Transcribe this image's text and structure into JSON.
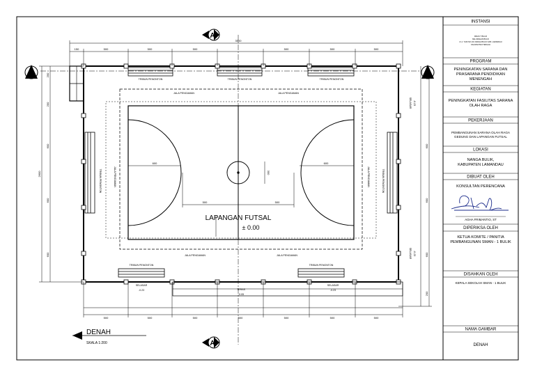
{
  "title_block": {
    "instansi_label": "INSTANSI",
    "instansi_lines": [
      "DINAS T BULIK",
      "KELURAHAN BULIK",
      "Jl. A. YANI NO.101 NANGA BULIK KAB. LAMANDAU",
      "KALIMANTAN TENGAH"
    ],
    "program_label": "PROGRAM",
    "program_lines": [
      "PENINGKATAN SARANA DAN",
      "PRASARANA PENDIDIKAN",
      "MENENGAH"
    ],
    "kegiatan_label": "KEGIATAN",
    "kegiatan_lines": [
      "PENINGKATAN FASILITAS SARANA",
      "OLAH RAGA"
    ],
    "pekerjaan_label": "PEKERJAAN",
    "pekerjaan_lines": [
      "PEMBANGUNAN SARANA OLAH RAGA",
      "GEDUNG DAN LAPANGAN FUTSAL"
    ],
    "lokasi_label": "LOKASI",
    "lokasi_lines": [
      "NANGA BULIK,",
      "KABUPATEN LAMANDAU"
    ],
    "dibuat_label": "DIBUAT OLEH",
    "konsultan_label": "KONSULTAN PERENCANA",
    "signer_name": "AGHA FRIMANTIO, ST",
    "diperiksa_label": "DIPERIKSA OLEH",
    "diperiksa_lines": [
      "KETUA KOMITE / PANITIA",
      "PEMBANGUNAN SMAN - 1 BULIK"
    ],
    "disahkan_label": "DISAHKAN OLEH",
    "disahkan_value": "KEPALA SEKOLAH SMAN - 1 BULIK",
    "nama_gambar_label": "NAMA GAMBAR",
    "nama_gambar_value": "DENAH"
  },
  "drawing": {
    "court_label": "LAPANGAN FUTSAL",
    "court_level": "± 0.00",
    "section_marker_a": "A",
    "section_marker_b": "B",
    "plan_title": "DENAH",
    "plan_scale": "SKALA 1:200",
    "tribun_label": "TRIBUN PENONTON",
    "jalan_label": "JALA PENGAMAN",
    "selasar_label": "SELASAR",
    "selasar_level": "-0.23",
    "teras_label": "TERAS",
    "teras_level": "-0.05",
    "dim_top_total": "3500",
    "dim_top_150": "150",
    "dim_500": "500",
    "dim_600": "600",
    "dim_300": "300",
    "dim_200": "200",
    "dim_2600": "2600"
  }
}
